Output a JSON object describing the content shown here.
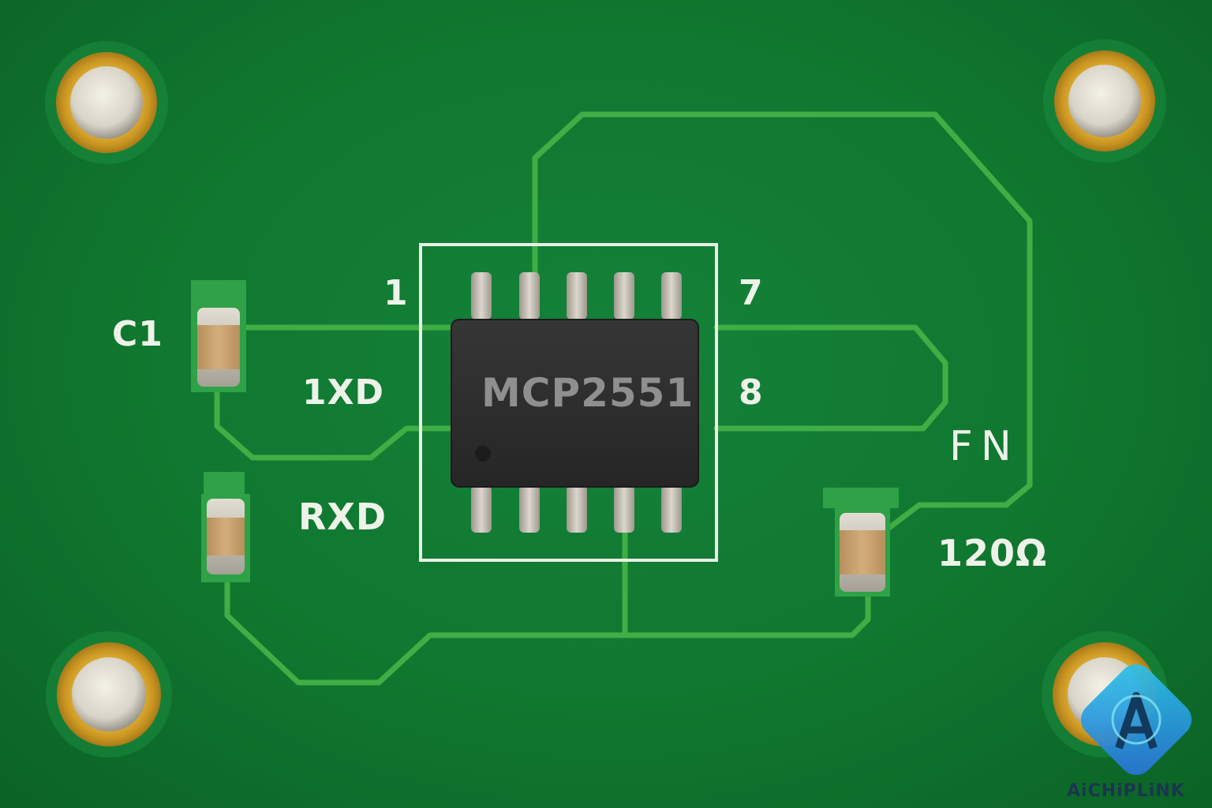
{
  "board": {
    "chip_label": "MCP2551",
    "labels": {
      "pin1": "1",
      "pin7": "7",
      "pin8": "8",
      "c1": "C1",
      "txd": "1XD",
      "rxd": "RXD",
      "fn": "FN",
      "resistor": "120Ω"
    },
    "watermark": {
      "brand": "AiCHiPLiNK"
    },
    "colors": {
      "pcb": "#10772f",
      "trace": "#3fae45",
      "silkscreen": "#eef3ea",
      "gold_pad": "#d9a830",
      "chip_body": "#2d2d2d",
      "pin_metal": "#c6c0b6",
      "component_body": "#c9a472"
    }
  }
}
